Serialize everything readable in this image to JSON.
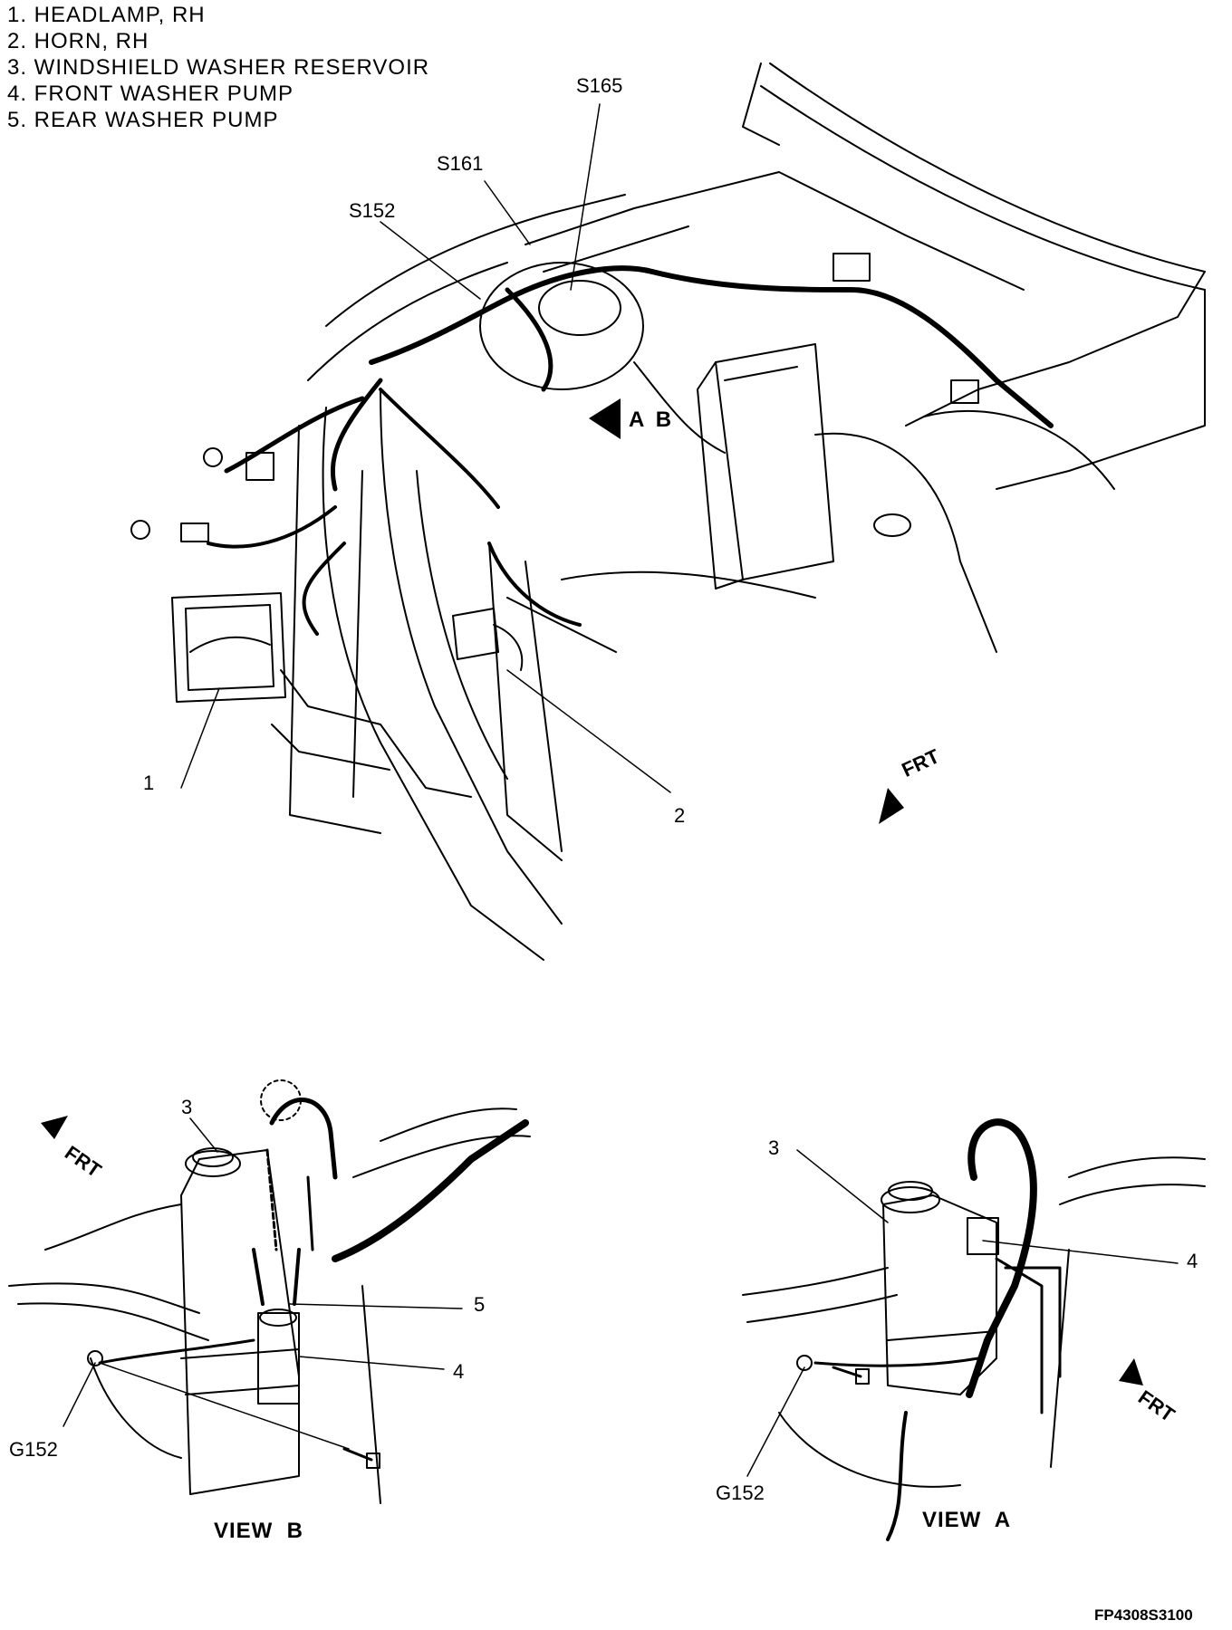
{
  "legend": [
    "1.  HEADLAMP, RH",
    "2.  HORN, RH",
    "3.  WINDSHIELD WASHER RESERVOIR",
    "4.  FRONT WASHER PUMP",
    "5.  REAR WASHER PUMP"
  ],
  "main_view": {
    "splices": [
      "S165",
      "S161",
      "S152"
    ],
    "view_arrow_label": "A  B",
    "callouts": [
      "1",
      "2"
    ],
    "frt": "FRT"
  },
  "view_b": {
    "title": "VIEW  B",
    "callouts": [
      "3",
      "5",
      "4"
    ],
    "ground": "G152",
    "frt": "FRT"
  },
  "view_a": {
    "title": "VIEW  A",
    "callouts": [
      "3",
      "4"
    ],
    "ground": "G152",
    "frt": "FRT"
  },
  "figure_code": "FP4308S3100"
}
